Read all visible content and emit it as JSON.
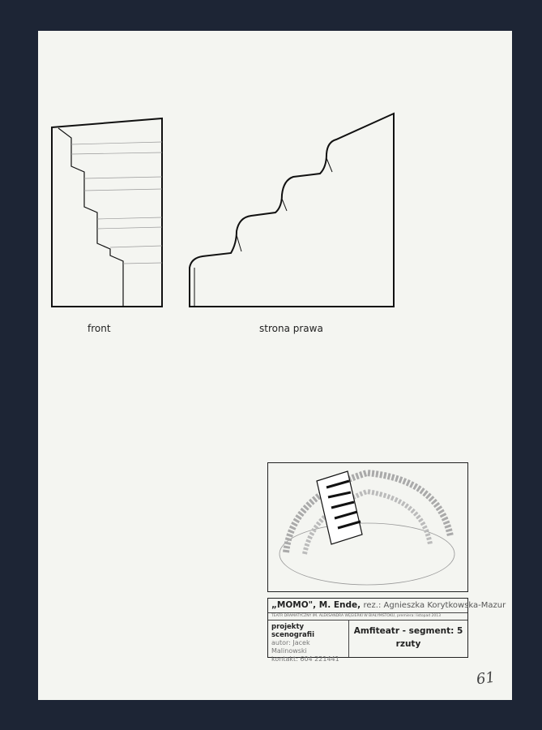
{
  "labels": {
    "front": "front",
    "right": "strona prawa"
  },
  "title_block": {
    "title": "„MOMO\", M. Ende,",
    "director": "rez.: Agnieszka Korytkowska-Mazur",
    "theatre": "TEATR DRAMATYCZNY IM. ALEKSANDRA WĘGIERKI W BIAŁYMSTOKU, premiera: listopad 2013",
    "section": "projekty scenografii",
    "author": "autor: Jacek Malinowski",
    "contact": "kontakt: 604 221441",
    "drawing_title": "Amfiteatr - segment: 5",
    "drawing_subtitle": "rzuty"
  },
  "page_number": "61"
}
